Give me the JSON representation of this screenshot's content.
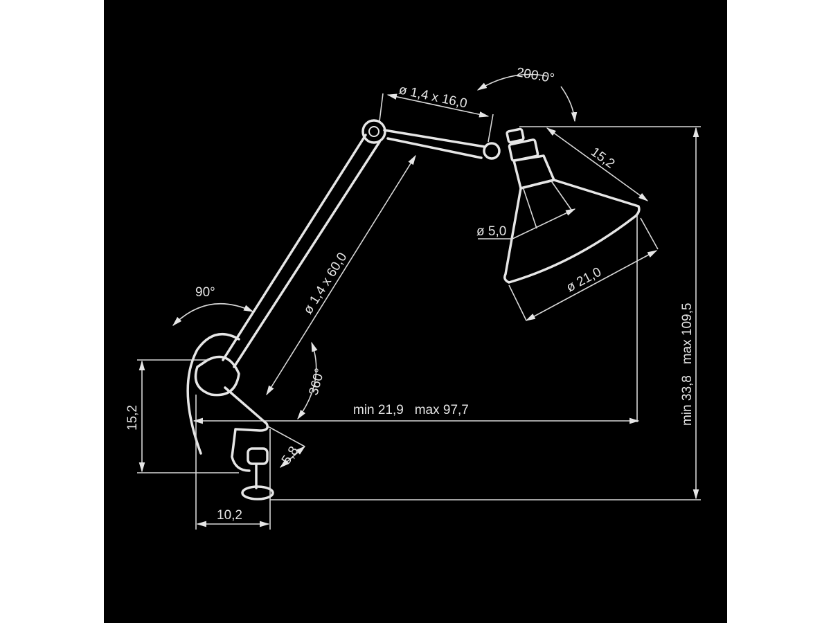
{
  "diagram": {
    "colors": {
      "background": "#000000",
      "lines": "#e6e6e6",
      "page": "#ffffff"
    },
    "labels": {
      "upper_arm": "ø 1,4 x 16,0",
      "head_rotation": "200.0°",
      "shade_length": "15,2",
      "shade_neck": "ø 5,0",
      "shade_diameter": "ø 21,0",
      "lower_arm": "ø 1,4 x 60,0",
      "base_tilt": "90°",
      "base_rotation": "360°",
      "reach": "min 21,9   max 97,7",
      "height": "min 33,8   max 109,5",
      "clamp_height": "15,2",
      "clamp_opening": "5,8",
      "clamp_depth": "10,2"
    }
  }
}
